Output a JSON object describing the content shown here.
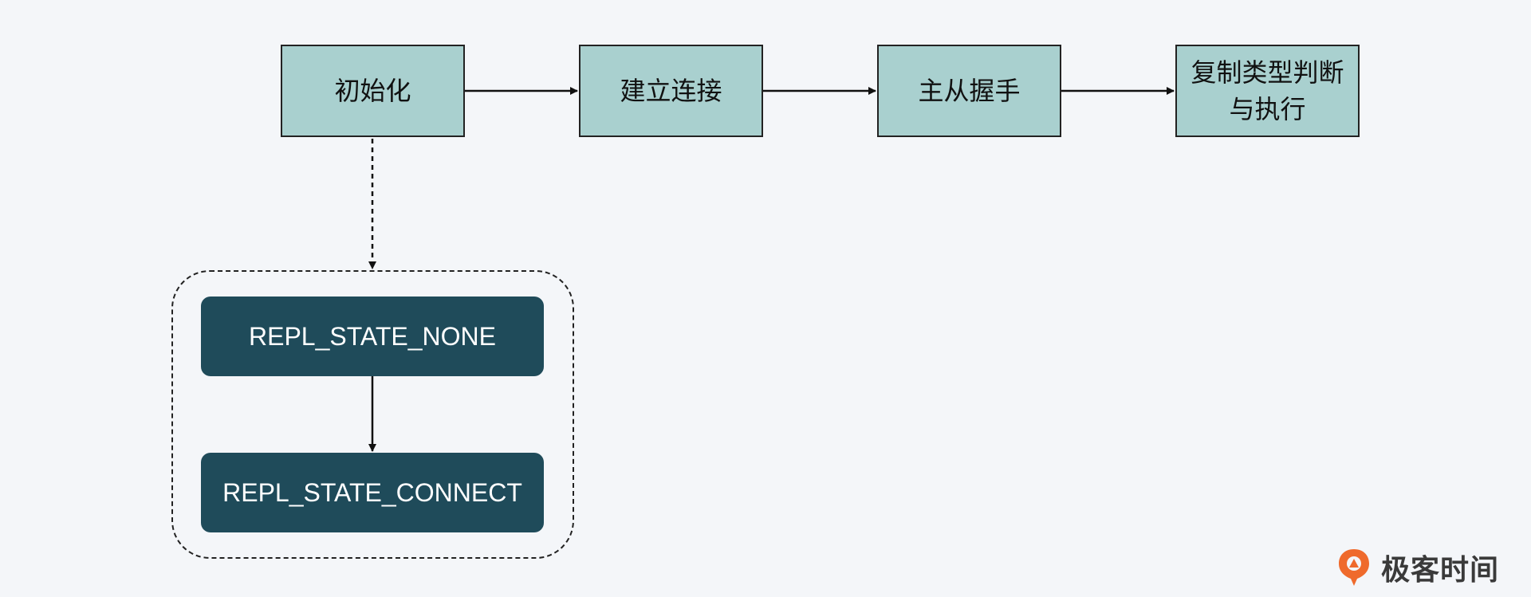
{
  "steps": {
    "init": "初始化",
    "connect": "建立连接",
    "handshake": "主从握手",
    "replicate": "复制类型判断\n与执行"
  },
  "states": {
    "none": "REPL_STATE_NONE",
    "connect": "REPL_STATE_CONNECT"
  },
  "brand": {
    "name": "极客时间",
    "icon": "geektime-logo-icon"
  },
  "colors": {
    "background": "#f4f6f9",
    "step_fill": "#a9d0cf",
    "state_fill": "#1f4b5a",
    "brand_orange": "#ef6a2c"
  }
}
